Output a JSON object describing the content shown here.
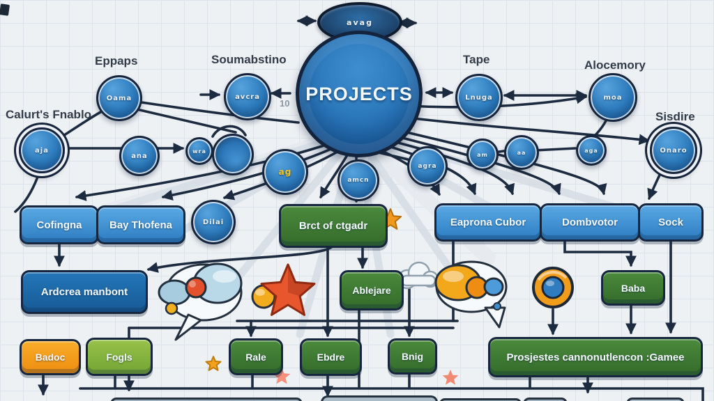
{
  "labels": {
    "eppaps": "Eppaps",
    "soumabstino": "Soumabstino",
    "tape": "Tape",
    "alocemory": "Alocemory",
    "calurts_fnablo": "Calurt's Fnablo",
    "sisdire": "Sisdire",
    "grid_number": "10"
  },
  "center": {
    "title": "PROJECTS"
  },
  "circles": {
    "top_bubble": "avag",
    "eppaps": "Oama",
    "soumabstino": "avcra",
    "tape": "Lnuga",
    "alocemory": "moa",
    "calurts": "aja",
    "left_mid": "ana",
    "left_small": "wra",
    "ag": "ag",
    "center_low": "amcn",
    "center_right": "agra",
    "right_small_a": "am",
    "right_small_b": "aa",
    "right_small_c": "aga",
    "sisdire": "Onaro",
    "dilai": "Dilai"
  },
  "boxes": {
    "cofingna": "Cofingna",
    "bay_thofena": "Bay Thofena",
    "brct": "Brct of ctgadr",
    "eaprona": "Eaprona Cubor",
    "dombvotor": "Dombvotor",
    "sock": "Sock",
    "ardcrea": "Ardcrea manbont",
    "ablejare": "Ablejare",
    "baba": "Baba",
    "badoc": "Badoc",
    "fogls": "Fogls",
    "rale": "Rale",
    "ebdre": "Ebdre",
    "bnig": "Bnig",
    "prosjestes": "Prosjestes cannonutlencon :Gamee"
  },
  "colors": {
    "outline": "#1c2b3f",
    "node_blue": "#2d7bbd",
    "box_blue": "#3f92d4",
    "box_dark_blue": "#1d67a8",
    "box_green": "#3f7d37",
    "box_light_green": "#85b83e",
    "box_orange": "#f5a01e",
    "star_red": "#e8562e",
    "star_salmon": "#f4907c",
    "background": "#eef1f4"
  }
}
